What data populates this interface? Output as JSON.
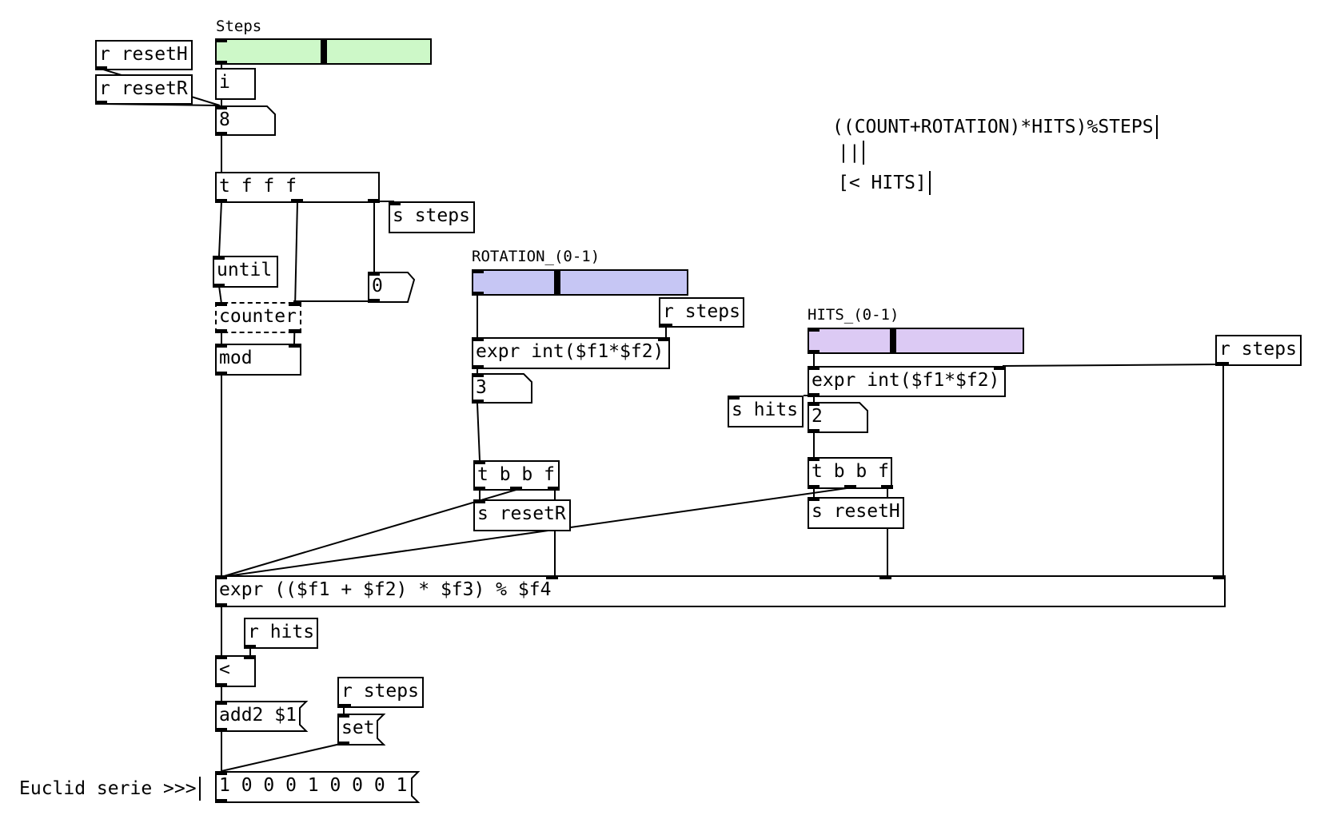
{
  "sliders": {
    "steps": {
      "label": "Steps",
      "color": "#cdf8c8",
      "value": 0.5
    },
    "rotation": {
      "label": "ROTATION_(0-1)",
      "color": "#c6c6f4",
      "value": 0.39
    },
    "hits": {
      "label": "HITS_(0-1)",
      "color": "#dccaf4",
      "value": 0.39
    }
  },
  "objects": {
    "r_resetH": "r resetH",
    "r_resetR": "r resetR",
    "i": "i",
    "t_fff": "t f f f",
    "s_steps": "s steps",
    "until": "until",
    "counter": "counter",
    "mod": "mod",
    "r_steps_rot": "r steps",
    "expr_rot": "expr int($f1*$f2)",
    "t_bbf_rot": "t b b f",
    "s_resetR": "s resetR",
    "r_steps_hits": "r steps",
    "expr_hits": "expr int($f1*$f2)",
    "s_hits": "s hits",
    "t_bbf_hits": "t b b f",
    "s_resetH": "s resetH",
    "expr_main": "expr (($f1 + $f2) * $f3) % $f4",
    "r_hits": "r hits",
    "lt": "<",
    "r_steps_set": "r steps"
  },
  "numbers": {
    "steps_num": "8",
    "zero": "0",
    "rotation_num": "3",
    "hits_num": "2"
  },
  "messages": {
    "add2": "add2 $1",
    "set": "set",
    "serie": "1 0 0 0 1 0 0 0 1"
  },
  "comments": {
    "formula": "((COUNT+ROTATION)*HITS)%STEPS",
    "pipes": "||",
    "lt_hits": "[< HITS]",
    "euclid": "Euclid serie >>>"
  }
}
